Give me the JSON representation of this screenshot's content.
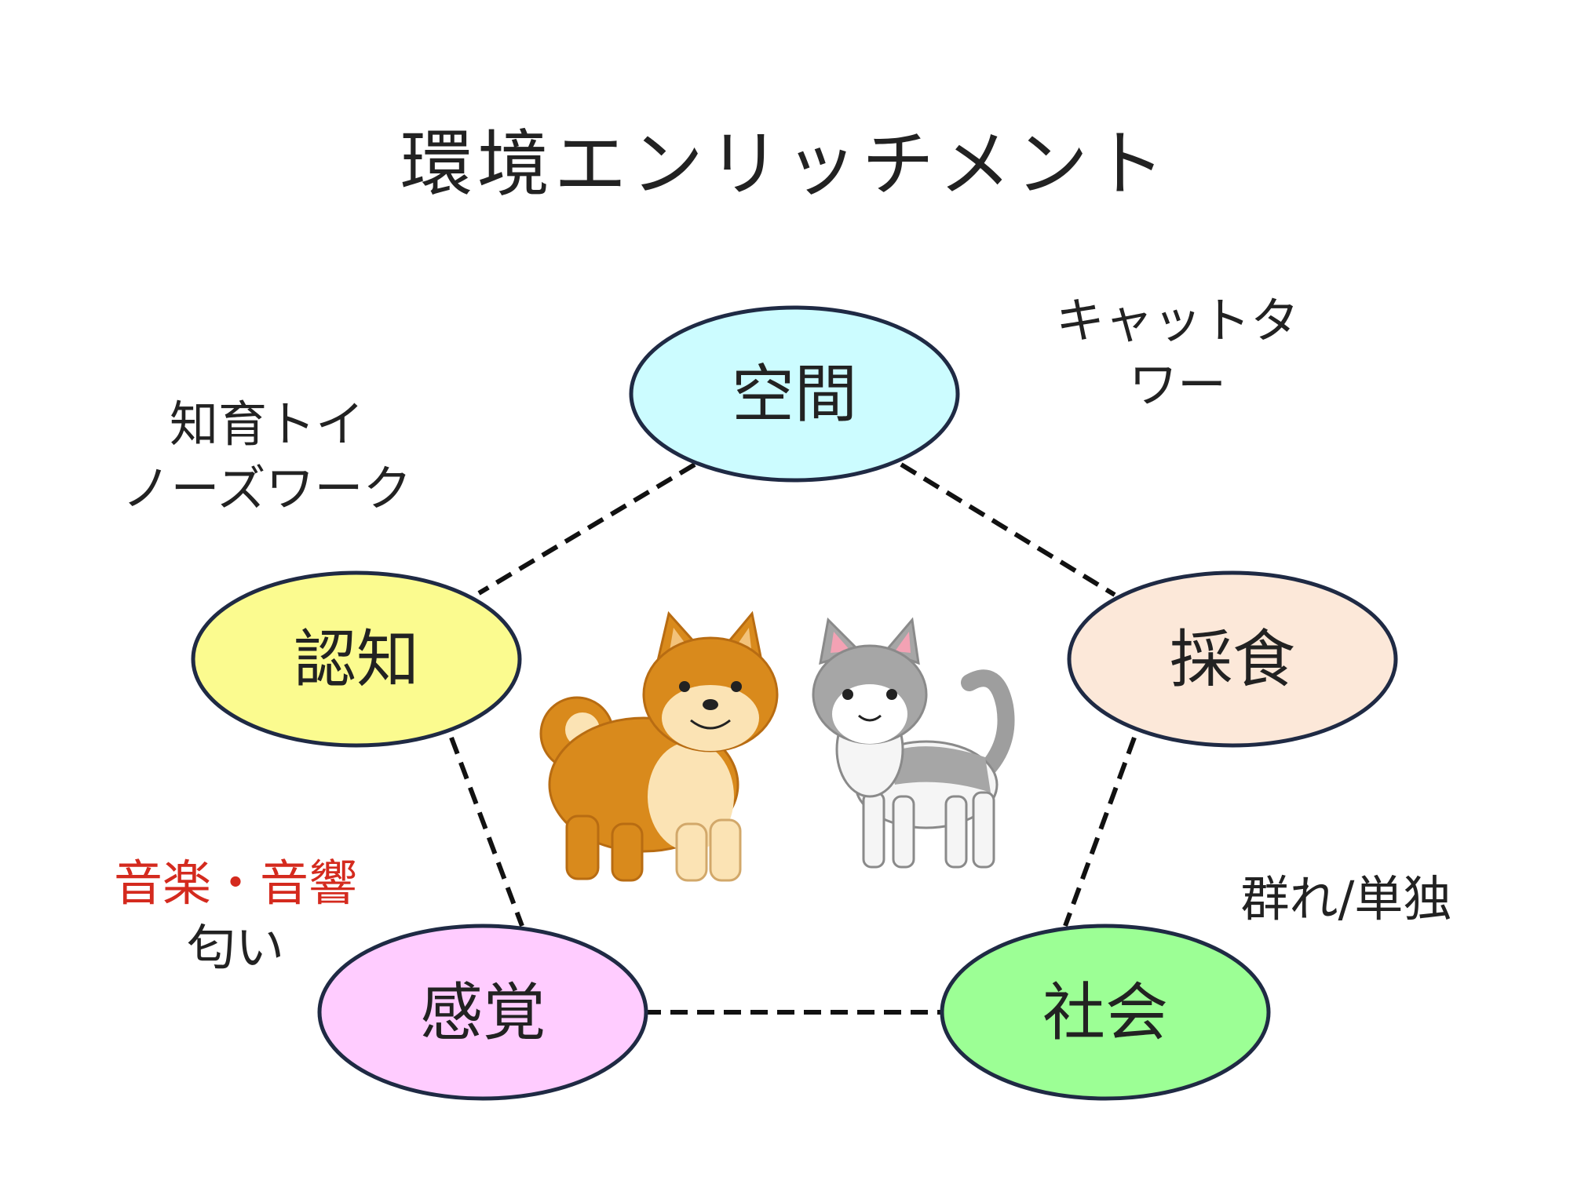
{
  "title": "環境エンリッチメント",
  "nodes": {
    "space": {
      "label": "空間",
      "fill": "#ccfcff"
    },
    "foraging": {
      "label": "採食",
      "fill": "#fce8d9"
    },
    "social": {
      "label": "社会",
      "fill": "#9cff95"
    },
    "sense": {
      "label": "感覚",
      "fill": "#ffccff"
    },
    "cognition": {
      "label": "認知",
      "fill": "#fbfb8f"
    }
  },
  "notes": {
    "space": [
      "キャットタ",
      "ワー"
    ],
    "cognition": [
      "知育トイ",
      "ノーズワーク"
    ],
    "sense": [
      "音楽・音響",
      "匂い"
    ],
    "social": [
      "群れ/単独"
    ]
  },
  "colors": {
    "node_stroke": "#1f2a44",
    "edge": "#111111",
    "highlight_text": "#d42a1e"
  },
  "illustrations": [
    "dog-illustration",
    "cat-illustration"
  ]
}
